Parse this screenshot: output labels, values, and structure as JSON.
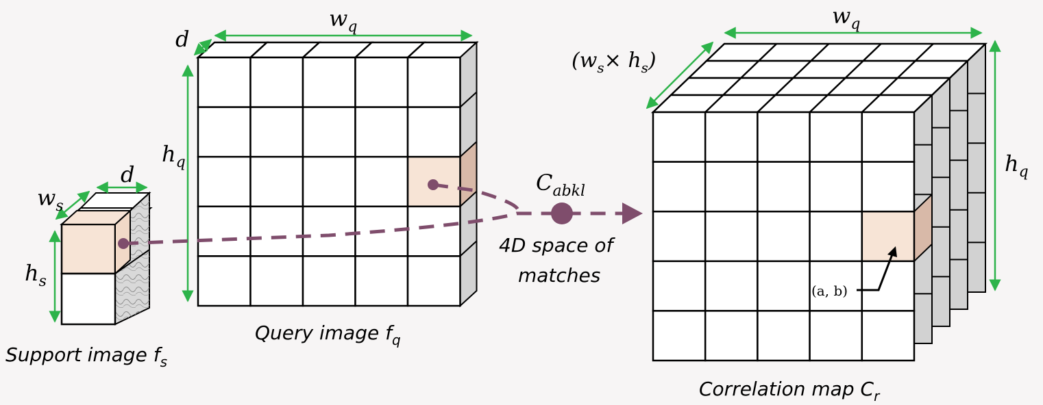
{
  "labels": {
    "support_d": "d",
    "support_w": "w",
    "support_w_sub": "s",
    "support_h": "h",
    "support_h_sub": "s",
    "query_d": "d",
    "query_w": "w",
    "query_w_sub": "q",
    "query_h": "h",
    "query_h_sub": "q",
    "corr_w": "w",
    "corr_w_sub": "q",
    "corr_h": "h",
    "corr_h_sub": "q",
    "corr_depth": "(w",
    "corr_depth_sub1": "s",
    "corr_depth_mid": "× h",
    "corr_depth_sub2": "s",
    "corr_depth_end": ")",
    "cabkl": "C",
    "cabkl_sub": "abkl",
    "ab": "(a, b)",
    "space_line1": "4D space of",
    "space_line2": "matches"
  },
  "captions": {
    "support": "Support image f",
    "support_sub": "s",
    "query": "Query image f",
    "query_sub": "q",
    "corr": "Correlation map   C",
    "corr_sub": "r"
  },
  "colors": {
    "highlight": "#f7e4d6",
    "arrow_green": "#2db34a",
    "match_purple": "#7f4d6c",
    "side_gray": "#d2d2d2"
  }
}
